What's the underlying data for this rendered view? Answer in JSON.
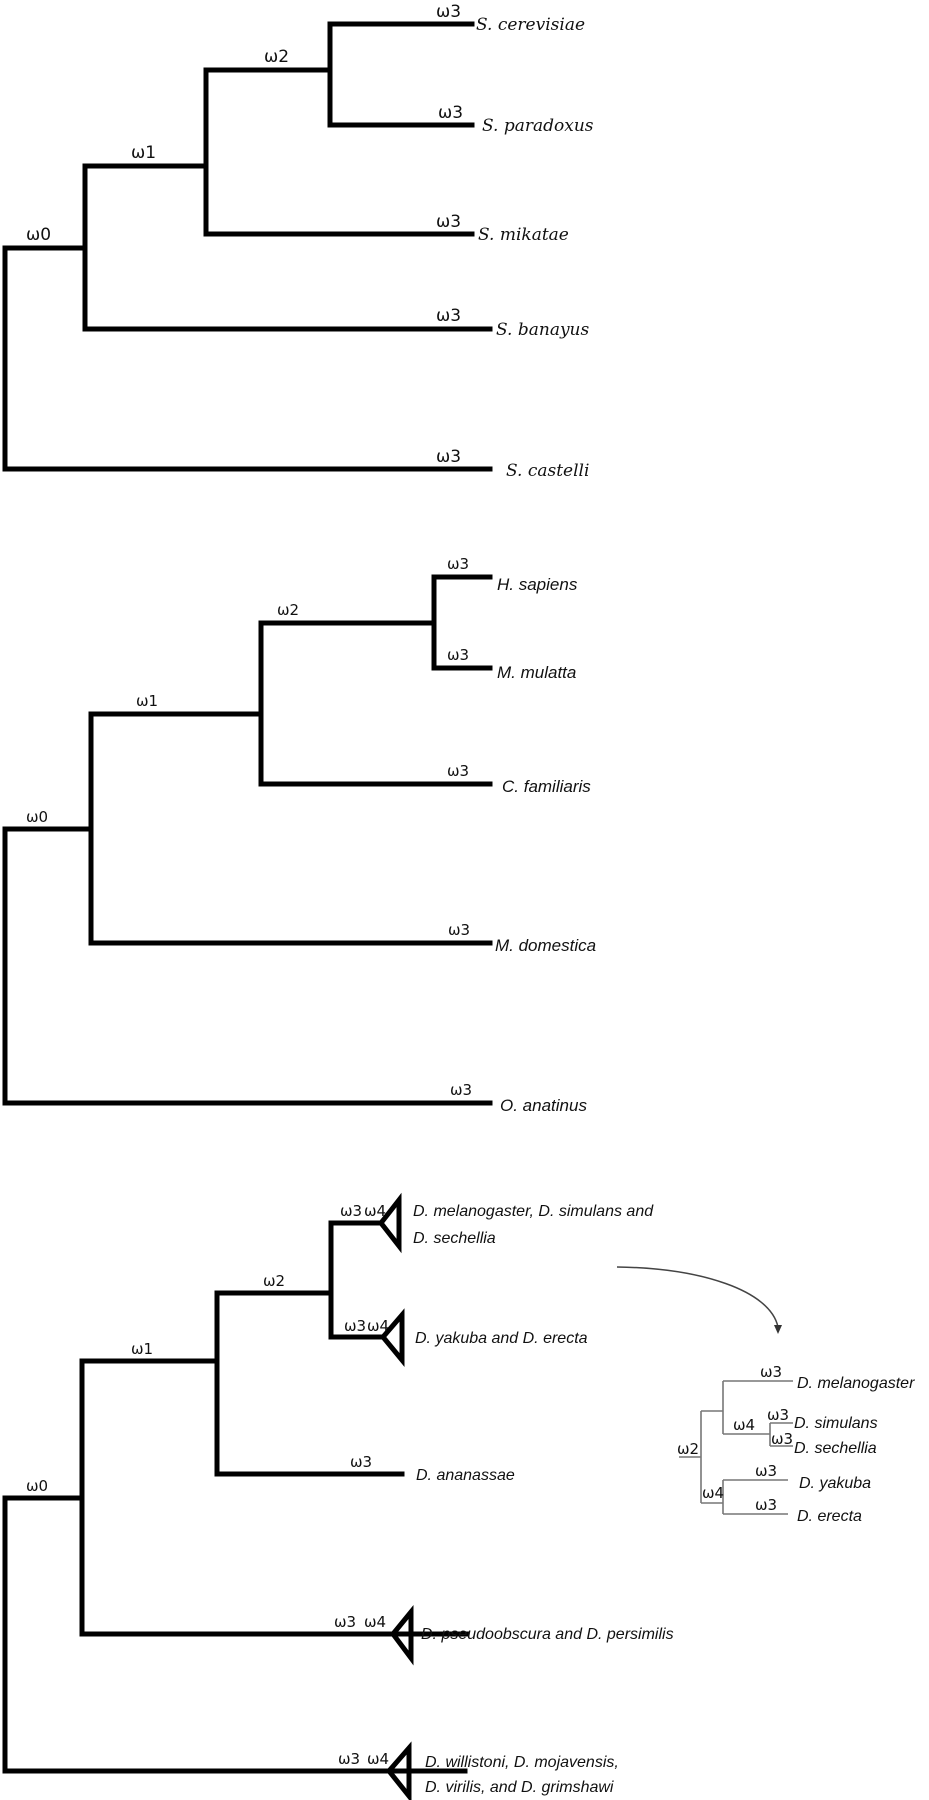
{
  "figure": {
    "trees": [
      {
        "id": "yeast",
        "root_label": "ω0",
        "node_labels": [
          "ω1",
          "ω2"
        ],
        "leaves": [
          {
            "name": "S. cerevisiae",
            "omega": "ω3"
          },
          {
            "name": "S. paradoxus",
            "omega": "ω3"
          },
          {
            "name": "S. mikatae",
            "omega": "ω3"
          },
          {
            "name": "S. banayus",
            "omega": "ω3"
          },
          {
            "name": "S. castelli",
            "omega": "ω3"
          }
        ]
      },
      {
        "id": "vertebrate",
        "root_label": "ω0",
        "node_labels": [
          "ω1",
          "ω2"
        ],
        "leaves": [
          {
            "name": "H. sapiens",
            "omega": "ω3"
          },
          {
            "name": "M. mulatta",
            "omega": "ω3"
          },
          {
            "name": "C. familiaris",
            "omega": "ω3"
          },
          {
            "name": "M. domestica",
            "omega": "ω3"
          },
          {
            "name": "O. anatinus",
            "omega": "ω3"
          }
        ]
      },
      {
        "id": "drosophila",
        "root_label": "ω0",
        "node_labels": [
          "ω1",
          "ω2"
        ],
        "leaves": [
          {
            "name_lines": [
              "D. melanogaster, D. simulans and",
              "D. sechellia"
            ],
            "omega": "ω3",
            "omega2": "ω4",
            "collapsed": true
          },
          {
            "name_lines": [
              "D. yakuba and D. erecta"
            ],
            "omega": "ω3",
            "omega2": "ω4",
            "collapsed": true
          },
          {
            "name_lines": [
              "D. ananassae"
            ],
            "omega": "ω3",
            "collapsed": false
          },
          {
            "name_lines": [
              "D. pseudoobscura and  D. persimilis"
            ],
            "omega": "ω3",
            "omega2": "ω4",
            "collapsed": true
          },
          {
            "name_lines": [
              "D. willistoni,  D. mojavensis,",
              "D. virilis, and D. grimshawi"
            ],
            "omega": "ω3",
            "omega2": "ω4",
            "collapsed": true
          }
        ]
      }
    ],
    "inset": {
      "root_label": "ω2",
      "clade_label_upper": "ω4",
      "clade_label_lower": "ω4",
      "leaves": [
        {
          "name": "D. melanogaster",
          "omega": "ω3"
        },
        {
          "name": "D. simulans",
          "omega": "ω3"
        },
        {
          "name": "D. sechellia",
          "omega": "ω3"
        },
        {
          "name": "D. yakuba",
          "omega": "ω3"
        },
        {
          "name": "D. erecta",
          "omega": "ω3"
        }
      ]
    },
    "colors": {
      "branch": "#000000",
      "inset_branch": "#777777",
      "arrow": "#444444"
    }
  }
}
